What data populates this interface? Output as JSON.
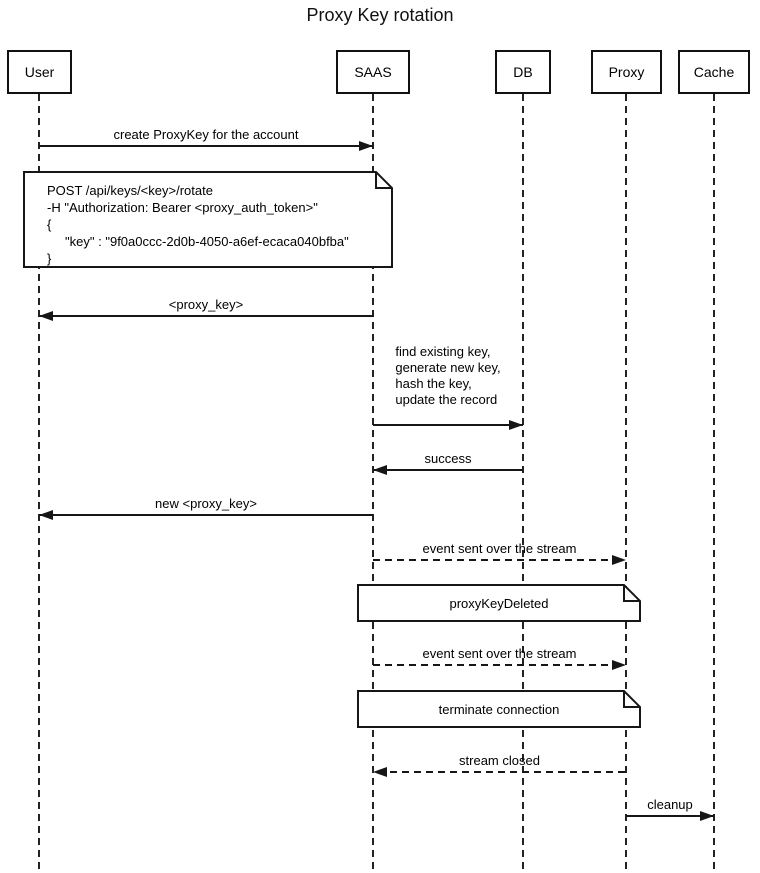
{
  "title": "Proxy Key rotation",
  "actors": [
    {
      "label": "User"
    },
    {
      "label": "SAAS"
    },
    {
      "label": "DB"
    },
    {
      "label": "Proxy"
    },
    {
      "label": "Cache"
    }
  ],
  "messages": [
    {
      "from": "User",
      "to": "SAAS",
      "line": "solid",
      "label": "create ProxyKey for the account"
    },
    {
      "from": "SAAS",
      "to": "User",
      "line": "solid",
      "label": "<proxy_key>"
    },
    {
      "from": "SAAS",
      "to": "DB",
      "line": "solid",
      "label": "find existing key,\ngenerate new key,\nhash the key,\nupdate the record"
    },
    {
      "from": "DB",
      "to": "SAAS",
      "line": "solid",
      "label": "success"
    },
    {
      "from": "SAAS",
      "to": "User",
      "line": "solid",
      "label": "new <proxy_key>"
    },
    {
      "from": "SAAS",
      "to": "Proxy",
      "line": "dashed",
      "label": "event sent over the stream"
    },
    {
      "from": "SAAS",
      "to": "Proxy",
      "line": "dashed",
      "label": "event sent over the stream"
    },
    {
      "from": "Proxy",
      "to": "SAAS",
      "line": "dashed",
      "label": "stream closed"
    },
    {
      "from": "Proxy",
      "to": "Cache",
      "line": "solid",
      "label": "cleanup"
    }
  ],
  "notes": [
    {
      "over": "User, SAAS",
      "text": "POST /api/keys/<key>/rotate\n-H \"Authorization: Bearer <proxy_auth_token>\"\n{\n     \"key\" : \"9f0a0ccc-2d0b-4050-a6ef-ecaca040bfba\"\n}"
    },
    {
      "over": "SAAS, Proxy",
      "text": "proxyKeyDeleted"
    },
    {
      "over": "SAAS, Proxy",
      "text": "terminate connection"
    }
  ],
  "colors": {
    "line": "#161616",
    "text": "#000000",
    "background": "#ffffff"
  }
}
